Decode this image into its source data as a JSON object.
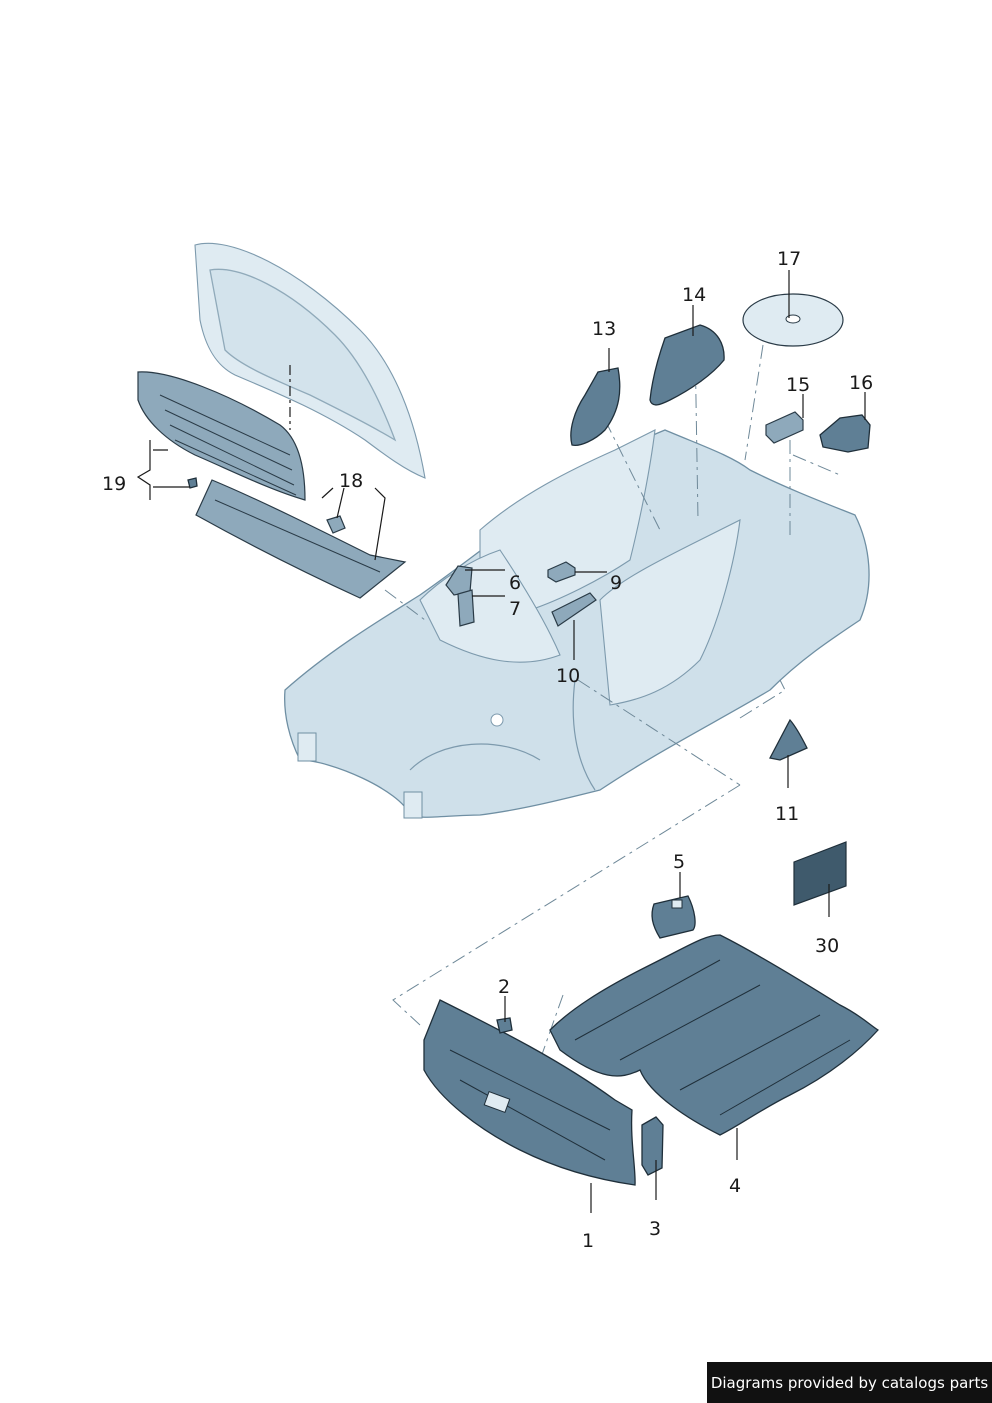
{
  "callouts": {
    "c1": "1",
    "c2": "2",
    "c3": "3",
    "c4": "4",
    "c5": "5",
    "c6": "6",
    "c7": "7",
    "c9": "9",
    "c10": "10",
    "c11": "11",
    "c13": "13",
    "c14": "14",
    "c15": "15",
    "c16": "16",
    "c17": "17",
    "c18": "18",
    "c19": "19",
    "c30": "30"
  },
  "footer": {
    "text": "Diagrams provided by catalogs parts"
  },
  "colors": {
    "body_fill": "#cfe0ea",
    "part_dark": "#5f7f95",
    "outline": "#1f2f3a"
  }
}
